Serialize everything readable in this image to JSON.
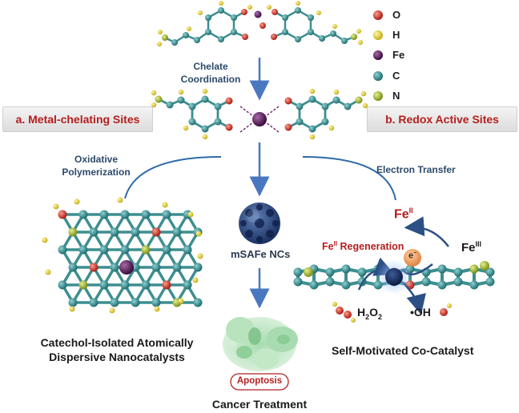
{
  "legend": [
    {
      "symbol": "O",
      "color": "#d2342a"
    },
    {
      "symbol": "H",
      "color": "#e6d43a"
    },
    {
      "symbol": "Fe",
      "color": "#5a1f5c"
    },
    {
      "symbol": "C",
      "color": "#2f8a8c"
    },
    {
      "symbol": "N",
      "color": "#a8bd3d"
    }
  ],
  "labels": {
    "chelate_1": "Chelate",
    "chelate_2": "Coordination",
    "metal_chelating": "a. Metal-chelating Sites",
    "redox_active": "b. Redox Active Sites",
    "oxidative_1": "Oxidative",
    "oxidative_2": "Polymerization",
    "electron_transfer": "Electron Transfer",
    "msafe": "mSAFe NCs",
    "fe_ii_base": "Fe",
    "fe_ii_sup": "II",
    "fe_iii_base": "Fe",
    "fe_iii_sup": "III",
    "regen_base": "Fe",
    "regen_sup": "II",
    "regen_rest": " Regeneration",
    "electron": "e",
    "electron_sup": "−",
    "h2o2_h": "H",
    "h2o2_2a": "2",
    "h2o2_o": "O",
    "h2o2_2b": "2",
    "oh": "•OH",
    "catechol_1": "Catechol-Isolated Atomically",
    "catechol_2": "Dispersive Nanocatalysts",
    "self_motivated": "Self-Motivated Co-Catalyst",
    "apoptosis": "Apoptosis",
    "cancer": "Cancer Treatment"
  }
}
